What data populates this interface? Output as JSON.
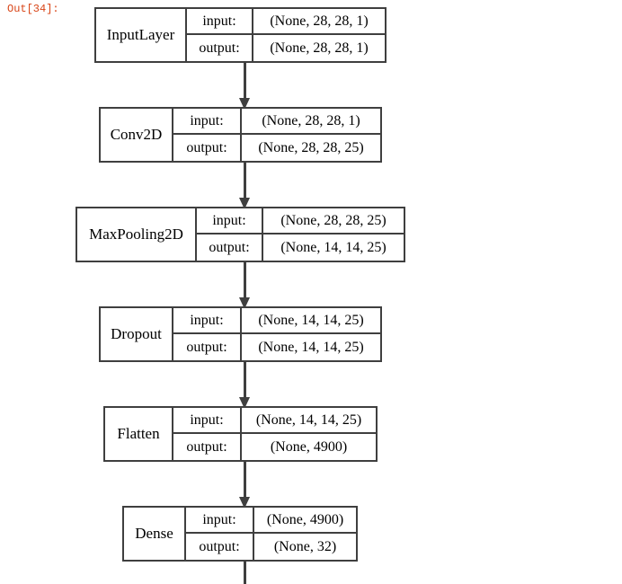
{
  "notebook": {
    "output_prompt": "Out[34]:"
  },
  "diagram": {
    "title": "keras-model-plot",
    "io_labels": {
      "input": "input:",
      "output": "output:"
    },
    "colors": {
      "border": "#3f3f3f",
      "background": "#ffffff",
      "text": "#000000",
      "prompt": "#D84315"
    },
    "layers": [
      {
        "name": "InputLayer",
        "input_shape": "(None, 28, 28, 1)",
        "output_shape": "(None, 28, 28, 1)"
      },
      {
        "name": "Conv2D",
        "input_shape": "(None, 28, 28, 1)",
        "output_shape": "(None, 28, 28, 25)"
      },
      {
        "name": "MaxPooling2D",
        "input_shape": "(None, 28, 28, 25)",
        "output_shape": "(None, 14, 14, 25)"
      },
      {
        "name": "Dropout",
        "input_shape": "(None, 14, 14, 25)",
        "output_shape": "(None, 14, 14, 25)"
      },
      {
        "name": "Flatten",
        "input_shape": "(None, 14, 14, 25)",
        "output_shape": "(None, 4900)"
      },
      {
        "name": "Dense",
        "input_shape": "(None, 4900)",
        "output_shape": "(None, 32)"
      }
    ]
  }
}
